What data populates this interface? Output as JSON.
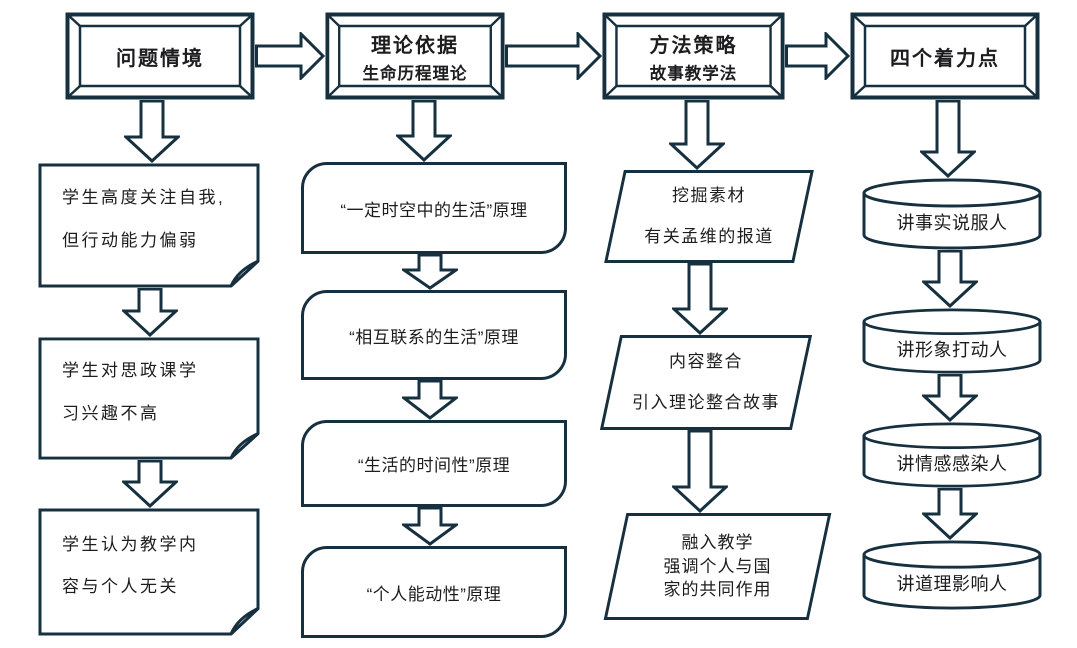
{
  "colors": {
    "line": "#16303f",
    "text": "#1d1d1f",
    "fill": "#ffffff",
    "background": "#ffffff"
  },
  "columns": [
    {
      "header": {
        "title": "问题情境"
      },
      "items": [
        {
          "lines": [
            "学生高度关注自我,",
            "但行动能力偏弱"
          ]
        },
        {
          "lines": [
            "学生对思政课学",
            "习兴趣不高"
          ]
        },
        {
          "lines": [
            "学生认为教学内",
            "容与个人无关"
          ]
        }
      ]
    },
    {
      "header": {
        "title": "理论依据",
        "subtitle": "生命历程理论"
      },
      "items": [
        {
          "lines": [
            "“一定时空中的生活”原理"
          ]
        },
        {
          "lines": [
            "“相互联系的生活”原理"
          ]
        },
        {
          "lines": [
            "“生活的时间性”原理"
          ]
        },
        {
          "lines": [
            "“个人能动性”原理"
          ]
        }
      ]
    },
    {
      "header": {
        "title": "方法策略",
        "subtitle": "故事教学法"
      },
      "items": [
        {
          "lines": [
            "挖掘素材",
            "有关孟维的报道"
          ]
        },
        {
          "lines": [
            "内容整合",
            "引入理论整合故事"
          ]
        },
        {
          "lines": [
            "融入教学",
            "强调个人与国",
            "家的共同作用"
          ]
        }
      ]
    },
    {
      "header": {
        "title": "四个着力点"
      },
      "items": [
        {
          "lines": [
            "讲事实说服人"
          ]
        },
        {
          "lines": [
            "讲形象打动人"
          ]
        },
        {
          "lines": [
            "讲情感感染人"
          ]
        },
        {
          "lines": [
            "讲道理影响人"
          ]
        }
      ]
    }
  ]
}
